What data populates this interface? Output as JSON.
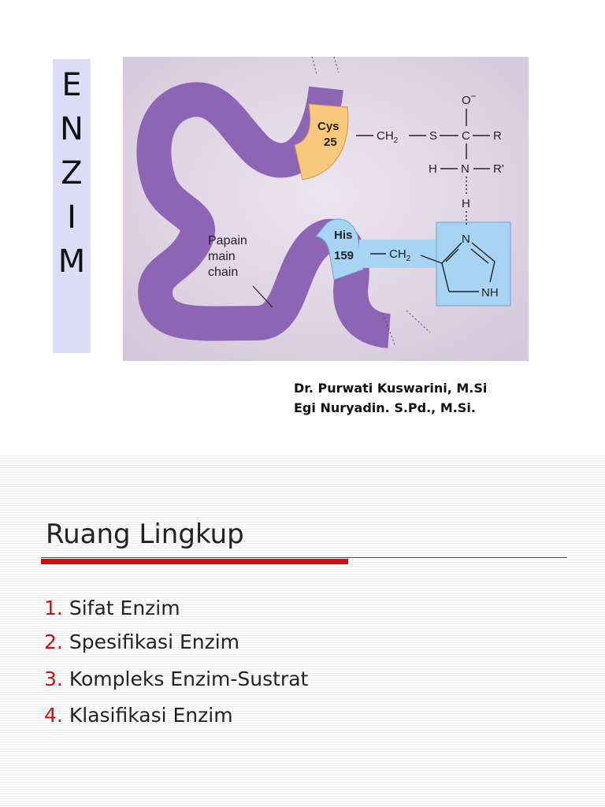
{
  "slide1": {
    "title_letters": [
      "E",
      "N",
      "Z",
      "I",
      "M"
    ],
    "figure": {
      "cys_label": "Cys",
      "cys_num": "25",
      "his_label": "His",
      "his_num": "159",
      "ch2_top_left": "CH",
      "ch2_top_sub": "2",
      "s_label": "S",
      "c_label": "C",
      "r_label": "R",
      "o_label": "O",
      "o_charge": "−",
      "h_left": "H",
      "n_mid": "N",
      "r_prime": "R'",
      "h_bond": "H",
      "ch2_bottom_left": "CH",
      "ch2_bottom_sub": "2",
      "n_ring": "N",
      "nh_ring": "NH",
      "chain_label_1": "Papain",
      "chain_label_2": "main",
      "chain_label_3": "chain",
      "colors": {
        "background": "#ddd4e2",
        "chain": "#8e64b4",
        "cys": "#f8c97c",
        "his": "#a6d4f2"
      }
    },
    "authors": [
      "Dr. Purwati Kuswarini, M.Si",
      "Egi Nuryadin. S.Pd., M.Si."
    ]
  },
  "slide2": {
    "heading": "Ruang Lingkup",
    "items": [
      {
        "num": "1.",
        "text": "Sifat Enzim"
      },
      {
        "num": "2.",
        "text": "Spesifikasi Enzim"
      },
      {
        "num": "3.",
        "text": "Kompleks Enzim-Sustrat"
      },
      {
        "num": "4.",
        "text": "Klasifikasi Enzim"
      }
    ],
    "accent": "#d01010"
  }
}
